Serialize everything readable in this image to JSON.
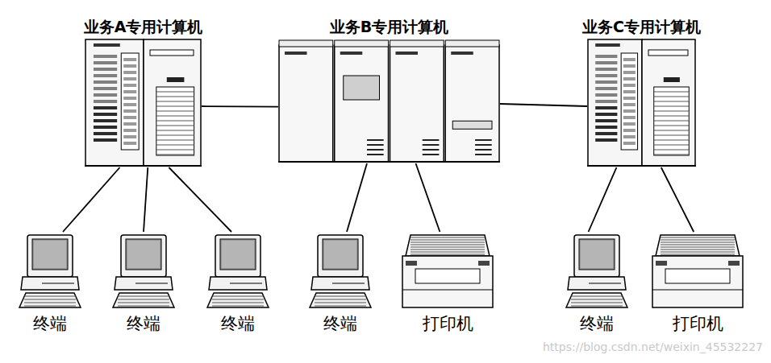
{
  "diagram": {
    "nodes": [
      {
        "text": [
          "业务A专用计算机"
        ]
      },
      {
        "text": [
          "业务B专用计算机"
        ]
      },
      {
        "text": [
          "业务C专用计算机"
        ]
      },
      {
        "text": [
          "终端"
        ]
      },
      {
        "text": [
          "终端"
        ]
      },
      {
        "text": [
          "终端"
        ]
      },
      {
        "text": [
          "终端"
        ]
      },
      {
        "text": [
          "打印机"
        ]
      },
      {
        "text": [
          "终端"
        ]
      },
      {
        "text": [
          "打印机"
        ]
      }
    ],
    "edges": [
      {
        "from": 0,
        "to": 1,
        "arrow": "none"
      },
      {
        "from": 1,
        "to": 2,
        "arrow": "none"
      },
      {
        "from": 0,
        "to": 3,
        "arrow": "none"
      },
      {
        "from": 0,
        "to": 4,
        "arrow": "none"
      },
      {
        "from": 0,
        "to": 5,
        "arrow": "none"
      },
      {
        "from": 1,
        "to": 6,
        "arrow": "none"
      },
      {
        "from": 1,
        "to": 7,
        "arrow": "none"
      },
      {
        "from": 2,
        "to": 8,
        "arrow": "none"
      },
      {
        "from": 2,
        "to": 9,
        "arrow": "none"
      }
    ],
    "labels": [
      "https://blog.csdn.net/weixin_45532227"
    ]
  }
}
